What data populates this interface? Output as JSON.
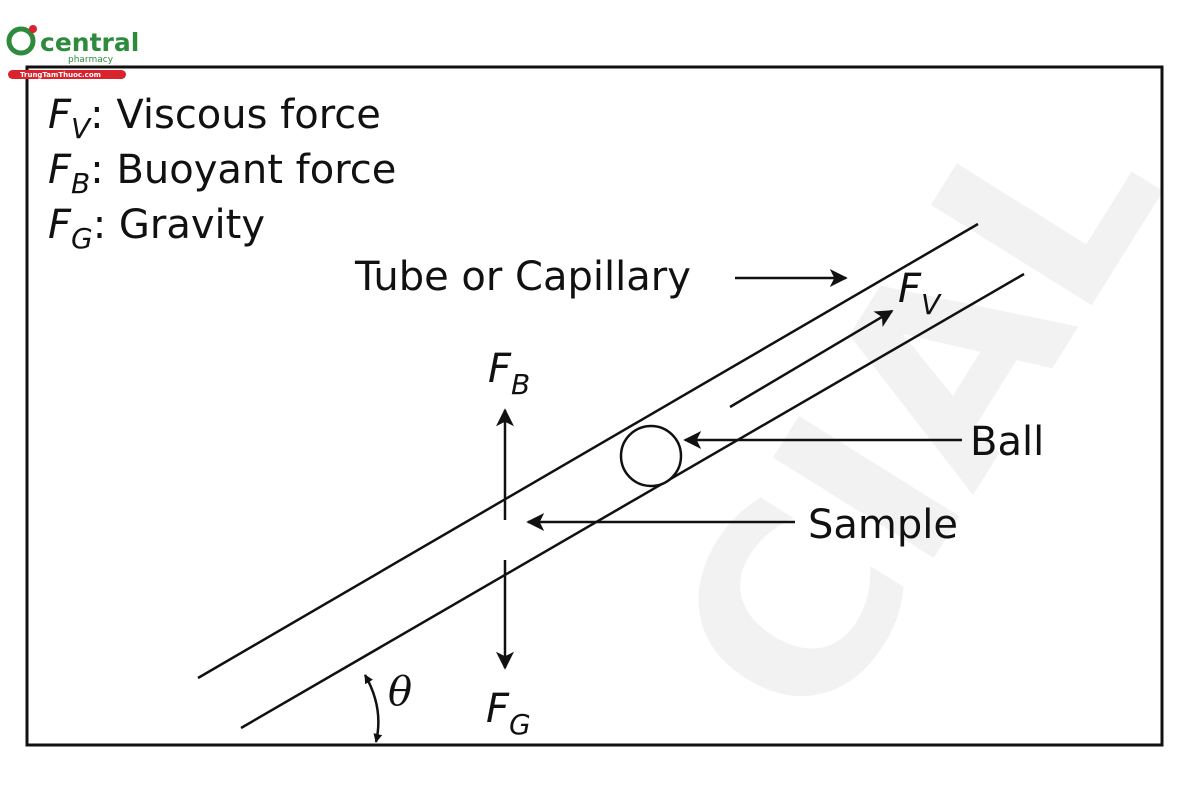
{
  "brand": {
    "name": "central",
    "tagline": "pharmacy",
    "site": "TrungTamThuoc.com",
    "colors": {
      "green": "#2e8b3d",
      "red": "#d9232d"
    }
  },
  "watermark": {
    "text": "CIAL",
    "color": "#f2f2f2"
  },
  "legend": [
    {
      "symbol": "F",
      "sub": "V",
      "text": "Viscous force"
    },
    {
      "symbol": "F",
      "sub": "B",
      "text": "Buoyant force"
    },
    {
      "symbol": "F",
      "sub": "G",
      "text": "Gravity"
    }
  ],
  "labels": {
    "tube": "Tube or Capillary",
    "ball": "Ball",
    "sample": "Sample",
    "angle": "θ"
  },
  "forces": {
    "viscous": {
      "symbol": "F",
      "sub": "V"
    },
    "buoyant": {
      "symbol": "F",
      "sub": "B"
    },
    "gravity": {
      "symbol": "F",
      "sub": "G"
    }
  }
}
